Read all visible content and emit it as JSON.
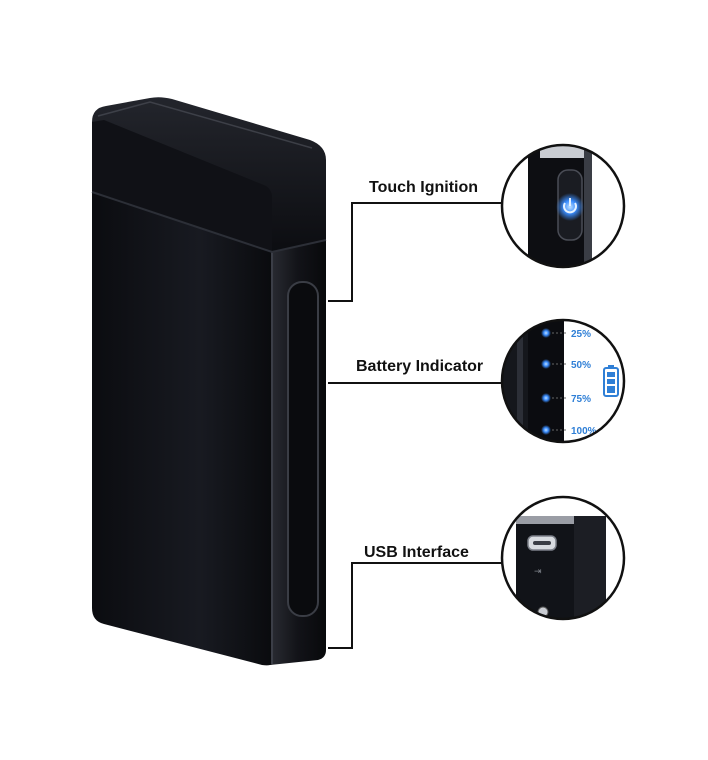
{
  "callouts": {
    "touch_ignition": "Touch Ignition",
    "battery_indicator": "Battery Indicator",
    "usb_interface": "USB Interface"
  },
  "battery_levels": [
    "25%",
    "50%",
    "75%",
    "100%"
  ],
  "colors": {
    "lighter_body": "#15171c",
    "led_blue": "#3a8dff",
    "label_blue": "#2f7fd6"
  }
}
